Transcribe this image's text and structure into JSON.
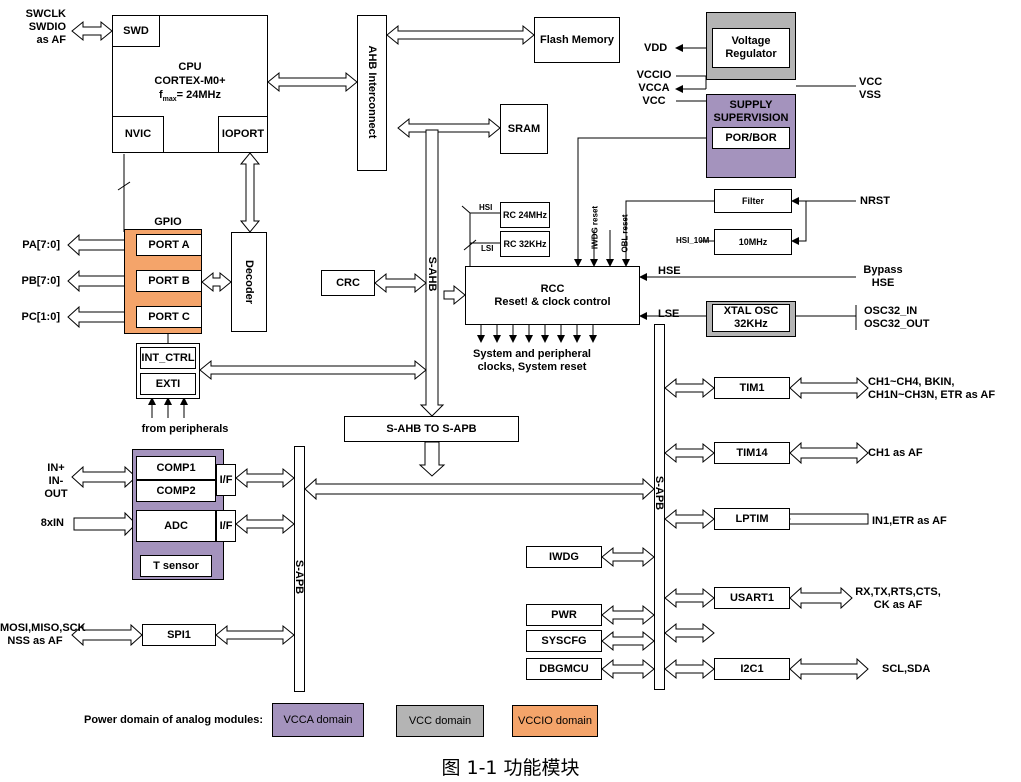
{
  "cpu": {
    "swd": "SWD",
    "title": "CPU",
    "core": "CORTEX-M0+",
    "fmax_f": "f",
    "fmax_sub": "max",
    "fmax_value": "= 24MHz",
    "nvic": "NVIC",
    "ioport": "IOPORT"
  },
  "debug_pins": "SWCLK\nSWDIO\nas AF",
  "ahb_interconnect": "AHB Interconnect",
  "flash": "Flash Memory",
  "sram": "SRAM",
  "power": {
    "vdd": "VDD",
    "vreg": "Voltage\nRegulator",
    "vccio_list": "VCCIO\nVCCA\nVCC",
    "vcc_vss": "VCC\nVSS",
    "supervision": "SUPPLY\nSUPERVISION",
    "porbor": "POR/BOR"
  },
  "reset": {
    "filter": "Filter",
    "nrst": "NRST",
    "osc10": "10MHz",
    "hsi_10m": "HSI_10M",
    "iwdg_reset": "IWDG reset",
    "obl_reset": "OBL reset"
  },
  "clocks": {
    "hsi": "HSI",
    "lsi": "LSI",
    "rc24": "RC 24MHz",
    "rc32": "RC 32KHz",
    "rcc": "RCC\nReset! & clock control",
    "hse": "HSE",
    "bypass": "Bypass\nHSE",
    "lse": "LSE",
    "xtal": "XTAL OSC\n32KHz",
    "osc32": "OSC32_IN\nOSC32_OUT",
    "outputs": "System and peripheral\nclocks, System reset"
  },
  "gpio": {
    "title": "GPIO",
    "port_a": "PORT A",
    "port_b": "PORT B",
    "port_c": "PORT C",
    "pa": "PA[7:0]",
    "pb": "PB[7:0]",
    "pc": "PC[1:0]",
    "decoder": "Decoder",
    "int_ctrl": "INT_CTRL",
    "exti": "EXTI",
    "from_periph": "from peripherals"
  },
  "crc": "CRC",
  "s_ahb": "S-AHB",
  "bridge": "S-AHB TO S-APB",
  "s_apb": "S-APB",
  "analog": {
    "in_labels": "IN+\nIN-\nOUT",
    "comp1": "COMP1",
    "comp2": "COMP2",
    "if1": "I/F",
    "adc": "ADC",
    "if2": "I/F",
    "in8": "8xIN",
    "tsensor": "T sensor"
  },
  "spi": {
    "block": "SPI1",
    "pins": "MOSI,MISO,SCK\nNSS as AF"
  },
  "apb_left": {
    "iwdg": "IWDG",
    "pwr": "PWR",
    "syscfg": "SYSCFG",
    "dbgmcu": "DBGMCU"
  },
  "apb_right": {
    "tim1": "TIM1",
    "tim1_io": "CH1~CH4, BKIN,\nCH1N~CH3N, ETR  as AF",
    "tim14": "TIM14",
    "tim14_io": "CH1 as AF",
    "lptim": "LPTIM",
    "lptim_io": "IN1,ETR as AF",
    "usart1": "USART1",
    "usart1_io": "RX,TX,RTS,CTS,\nCK as AF",
    "i2c1": "I2C1",
    "i2c1_io": "SCL,SDA"
  },
  "legend": {
    "label": "Power domain of analog modules:",
    "vcca": "VCCA domain",
    "vcc": "VCC domain",
    "vccio": "VCCIO domain",
    "vcca_color": "#a493bd",
    "vcc_color": "#b4b4b4",
    "vccio_color": "#f4a46a"
  },
  "caption": "图 1-1 功能模块"
}
